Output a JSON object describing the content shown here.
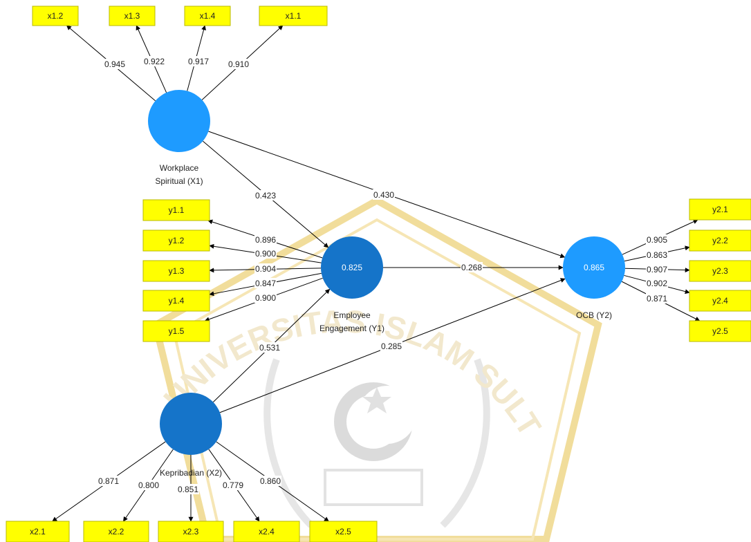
{
  "diagram": {
    "latents": [
      {
        "id": "x1",
        "lines": [
          "Workplace",
          "Spiritual (X1)"
        ],
        "r2": "",
        "color": "#1e9bff"
      },
      {
        "id": "y1",
        "lines": [
          "Employee",
          "Engagement (Y1)"
        ],
        "r2": "0.825",
        "color": "#1574c9"
      },
      {
        "id": "y2",
        "lines": [
          "OCB (Y2)"
        ],
        "r2": "0.865",
        "color": "#1e9bff"
      },
      {
        "id": "x2",
        "lines": [
          "Kepribadian (X2)"
        ],
        "r2": "",
        "color": "#1574c9"
      }
    ],
    "indicators": [
      {
        "id": "x1.2",
        "label": "x1.2",
        "latent": "x1",
        "loading": "0.945"
      },
      {
        "id": "x1.3",
        "label": "x1.3",
        "latent": "x1",
        "loading": "0.922"
      },
      {
        "id": "x1.4",
        "label": "x1.4",
        "latent": "x1",
        "loading": "0.917"
      },
      {
        "id": "x1.1",
        "label": "x1.1",
        "latent": "x1",
        "loading": "0.910"
      },
      {
        "id": "y1.1",
        "label": "y1.1",
        "latent": "y1",
        "loading": "0.896"
      },
      {
        "id": "y1.2",
        "label": "y1.2",
        "latent": "y1",
        "loading": "0.900"
      },
      {
        "id": "y1.3",
        "label": "y1.3",
        "latent": "y1",
        "loading": "0.904"
      },
      {
        "id": "y1.4",
        "label": "y1.4",
        "latent": "y1",
        "loading": "0.847"
      },
      {
        "id": "y1.5",
        "label": "y1.5",
        "latent": "y1",
        "loading": "0.900"
      },
      {
        "id": "y2.1",
        "label": "y2.1",
        "latent": "y2",
        "loading": "0.905"
      },
      {
        "id": "y2.2",
        "label": "y2.2",
        "latent": "y2",
        "loading": "0.863"
      },
      {
        "id": "y2.3",
        "label": "y2.3",
        "latent": "y2",
        "loading": "0.907"
      },
      {
        "id": "y2.4",
        "label": "y2.4",
        "latent": "y2",
        "loading": "0.902"
      },
      {
        "id": "y2.5",
        "label": "y2.5",
        "latent": "y2",
        "loading": "0.871"
      },
      {
        "id": "x2.1",
        "label": "x2.1",
        "latent": "x2",
        "loading": "0.871"
      },
      {
        "id": "x2.2",
        "label": "x2.2",
        "latent": "x2",
        "loading": "0.800"
      },
      {
        "id": "x2.3",
        "label": "x2.3",
        "latent": "x2",
        "loading": "0.851"
      },
      {
        "id": "x2.4",
        "label": "x2.4",
        "latent": "x2",
        "loading": "0.779"
      },
      {
        "id": "x2.5",
        "label": "x2.5",
        "latent": "x2",
        "loading": "0.860"
      }
    ],
    "paths": [
      {
        "from": "x1",
        "to": "y1",
        "coef": "0.423"
      },
      {
        "from": "x1",
        "to": "y2",
        "coef": "0.430"
      },
      {
        "from": "y1",
        "to": "y2",
        "coef": "0.268"
      },
      {
        "from": "x2",
        "to": "y1",
        "coef": "0.531"
      },
      {
        "from": "x2",
        "to": "y2",
        "coef": "0.285"
      }
    ],
    "colors": {
      "indicator_fill": "#ffff00",
      "indicator_border": "#b8b800",
      "line": "#000000"
    },
    "watermark": {
      "text": "UNIVERSITAS ISLAM SULTAN AGUNG",
      "color": "#e8c872"
    }
  }
}
